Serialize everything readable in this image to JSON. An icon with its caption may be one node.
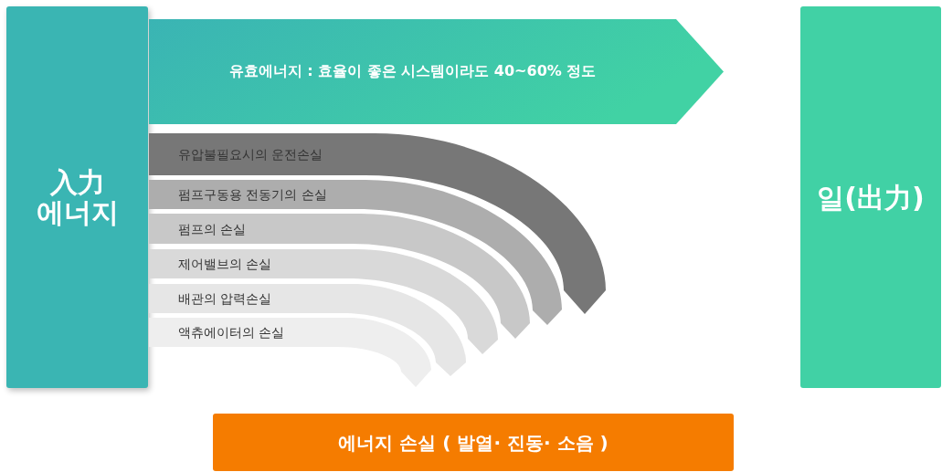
{
  "diagram": {
    "nodes": [
      {
        "text": [
          "入力 에너지"
        ]
      },
      {
        "text": [
          "유효에너지 : 효율이 좋은 시스템이라도 40~60% 정도"
        ]
      },
      {
        "text": [
          "일(出力)"
        ]
      },
      {
        "text": [
          "유압불필요시의 운전손실"
        ]
      },
      {
        "text": [
          "펌프구동용 전동기의 손실"
        ]
      },
      {
        "text": [
          "펌프의 손실"
        ]
      },
      {
        "text": [
          "제어밸브의 손실"
        ]
      },
      {
        "text": [
          "배관의 압력손실"
        ]
      },
      {
        "text": [
          "액츄에이터의 손실"
        ]
      },
      {
        "text": [
          "에너지 손실 ( 발열· 진동· 소음 )"
        ]
      }
    ]
  }
}
